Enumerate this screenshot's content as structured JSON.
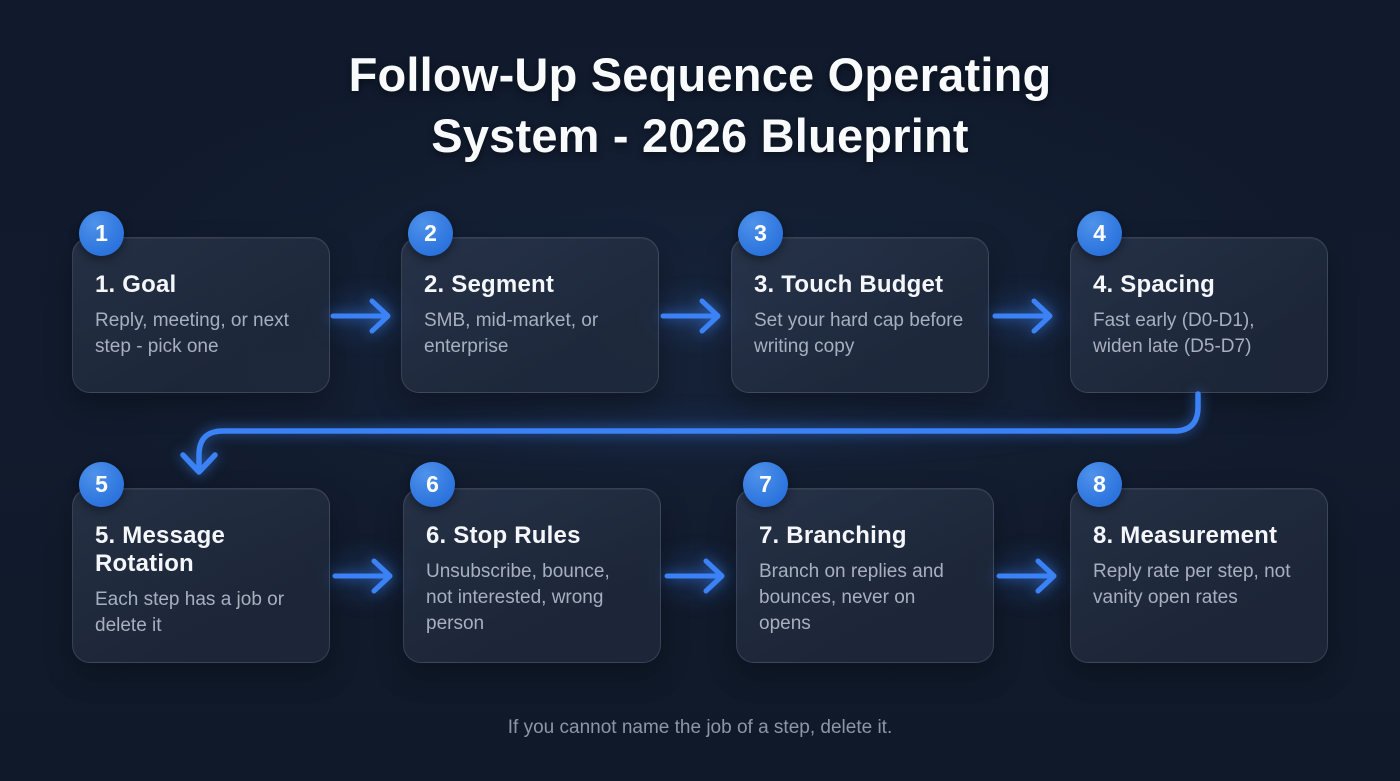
{
  "title": {
    "lines": [
      "Follow-Up Sequence Operating",
      "System - 2026 Blueprint"
    ]
  },
  "steps": [
    {
      "number": "1",
      "title": "1. Goal",
      "description": "Reply, meeting, or next step - pick one"
    },
    {
      "number": "2",
      "title": "2. Segment",
      "description": "SMB, mid-market, or enterprise"
    },
    {
      "number": "3",
      "title": "3. Touch Budget",
      "description": "Set your hard cap before writing copy"
    },
    {
      "number": "4",
      "title": "4. Spacing",
      "description": "Fast early (D0-D1), widen late (D5-D7)"
    },
    {
      "number": "5",
      "title": "5. Message Rotation",
      "description": "Each step has a job or delete it"
    },
    {
      "number": "6",
      "title": "6. Stop Rules",
      "description": "Unsubscribe, bounce, not interested, wrong person"
    },
    {
      "number": "7",
      "title": "7. Branching",
      "description": "Branch on replies and bounces, never on opens"
    },
    {
      "number": "8",
      "title": "8. Measurement",
      "description": "Reply rate per step, not vanity open rates"
    }
  ],
  "footer": "If you cannot name the job of a step, delete it.",
  "colors": {
    "background": "#111a2c",
    "accent_arrow_blue": "#3b82f6",
    "badge_blue": "#2e7ce0",
    "card_background": "#2a3447",
    "card_border": "#8da0b8",
    "title_text": "#f8fafc",
    "card_title_text": "#f4f6f9",
    "description_text": "#a7b0bf",
    "footer_text": "#8d96a8"
  }
}
